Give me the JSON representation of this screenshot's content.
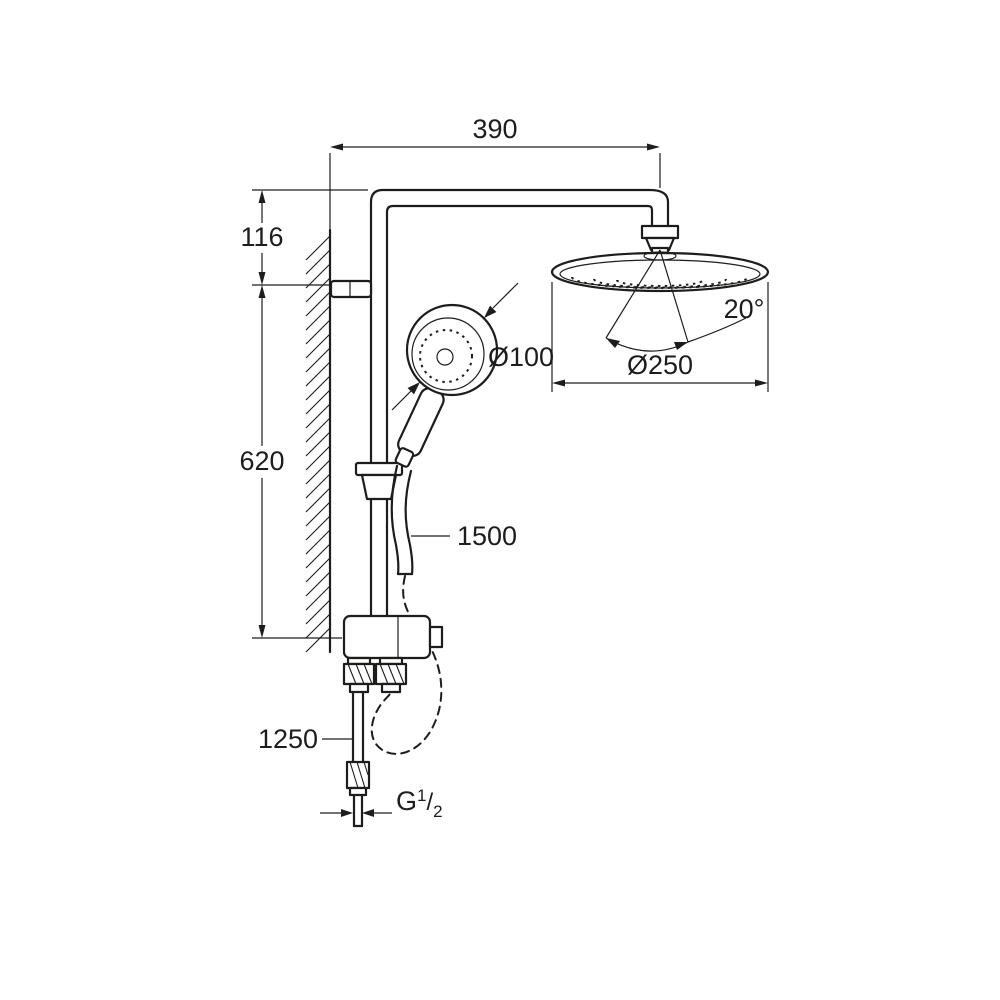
{
  "drawing": {
    "labels": {
      "width_top": "390",
      "height_upper": "116",
      "height_rail": "620",
      "hand_shower_diameter": "Ø100",
      "head_diameter": "Ø250",
      "head_swivel_angle": "20°",
      "shower_hose_length": "1500",
      "supply_hose_length": "1250",
      "thread_prefix": "G",
      "thread_numerator": "1",
      "thread_slash": "/",
      "thread_denominator": "2"
    },
    "colors": {
      "line": "#1d1d1b",
      "background": "#ffffff"
    }
  }
}
